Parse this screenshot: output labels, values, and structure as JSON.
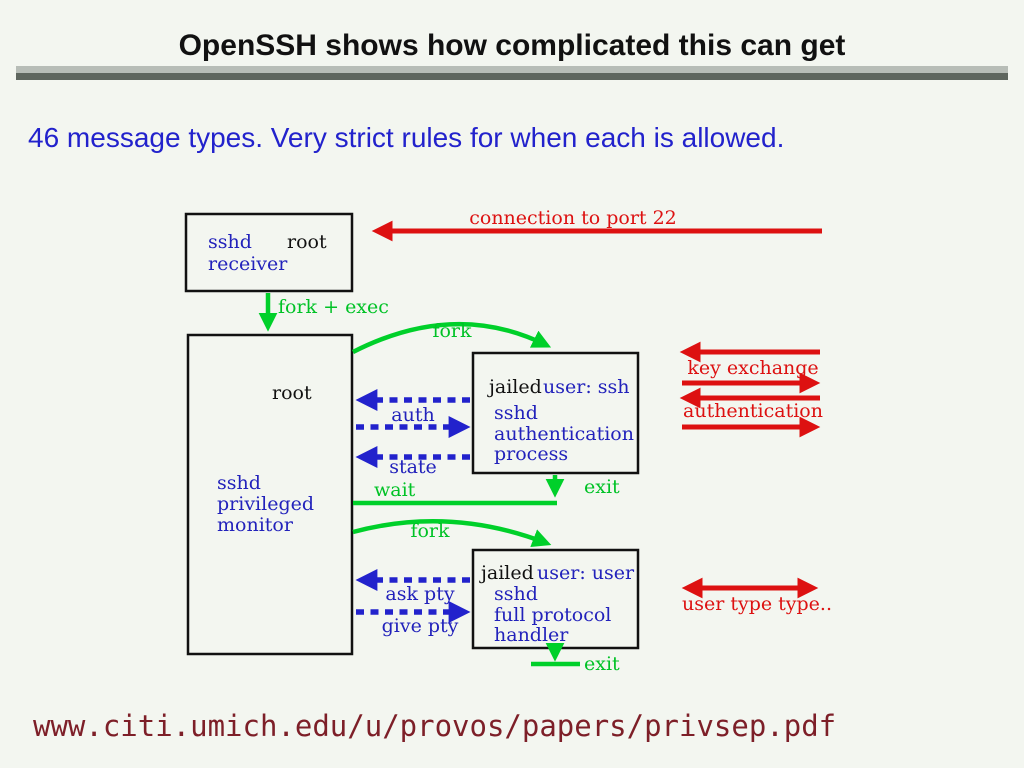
{
  "slide": {
    "title": "OpenSSH shows how complicated this can get",
    "subtitle": "46 message types.  Very strict rules for when each is allowed.",
    "footer_url": "www.citi.umich.edu/u/provos/papers/privsep.pdf"
  },
  "colors": {
    "background": "#f3f6f0",
    "title_text": "#111111",
    "subtitle_blue": "#2222cc",
    "diagram_text_blue": "#2222bb",
    "arrow_blue": "#2222cc",
    "arrow_green": "#00d02a",
    "arrow_red": "#dd1111",
    "footer_maroon": "#7d1f28",
    "rule_light_gray": "#b7bdb7",
    "rule_dark_gray": "#5e665e",
    "box_border": "#111111"
  },
  "diagram": {
    "receiver_box": {
      "sshd": "sshd",
      "root": "root",
      "receiver": "receiver"
    },
    "monitor_box": {
      "root": "root",
      "lines": [
        "sshd",
        "privileged",
        "monitor"
      ]
    },
    "jailed_auth_box": {
      "jailed": "jailed",
      "user": "user: ssh",
      "lines": [
        "sshd",
        "authentication",
        "process"
      ]
    },
    "jailed_handler_box": {
      "jailed": "jailed",
      "user": "user: user",
      "lines": [
        "sshd",
        "full protocol",
        "handler"
      ]
    },
    "labels": {
      "connection": "connection to port 22",
      "fork_exec": "fork + exec",
      "fork1": "fork",
      "fork2": "fork",
      "auth": "auth",
      "state": "state",
      "wait": "wait",
      "exit1": "exit",
      "exit2": "exit",
      "ask_pty": "ask pty",
      "give_pty": "give pty",
      "key_exchange": "key exchange",
      "authentication": "authentication",
      "user_type": "user type type.."
    }
  }
}
